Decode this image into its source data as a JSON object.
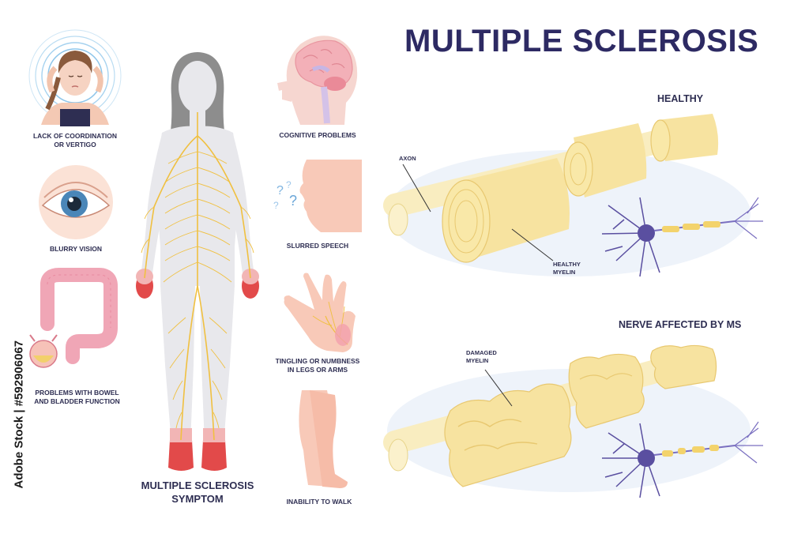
{
  "title": "MULTIPLE SCLEROSIS",
  "symptoms": {
    "coordination": [
      "LACK OF COORDINATION",
      "OR VERTIGO"
    ],
    "vision": "BLURRY VISION",
    "bowel": [
      "PROBLEMS WITH BOWEL",
      "AND BLADDER FUNCTION"
    ],
    "cognitive": "COGNITIVE PROBLEMS",
    "speech": "SLURRED SPEECH",
    "tingling": [
      "TINGLING OR NUMBNESS",
      "IN LEGS OR ARMS"
    ],
    "walk": "INABILITY TO WALK"
  },
  "figure_caption": [
    "MULTIPLE SCLEROSIS",
    "SYMPTOM"
  ],
  "healthy_section": {
    "heading": "HEALTHY",
    "axon_label": "AXON",
    "myelin_label": [
      "HEALTHY",
      "MYELIN"
    ]
  },
  "affected_section": {
    "heading": "NERVE AFFECTED BY MS",
    "myelin_label": [
      "DAMAGED",
      "MYELIN"
    ]
  },
  "watermark": "Adobe Stock | #592906067",
  "colors": {
    "title": "#2d2a63",
    "myelin": "#f7e3a0",
    "nerve": "#f0c040",
    "neuron": "#5a4fa0",
    "inflamed": "#d8323c"
  }
}
